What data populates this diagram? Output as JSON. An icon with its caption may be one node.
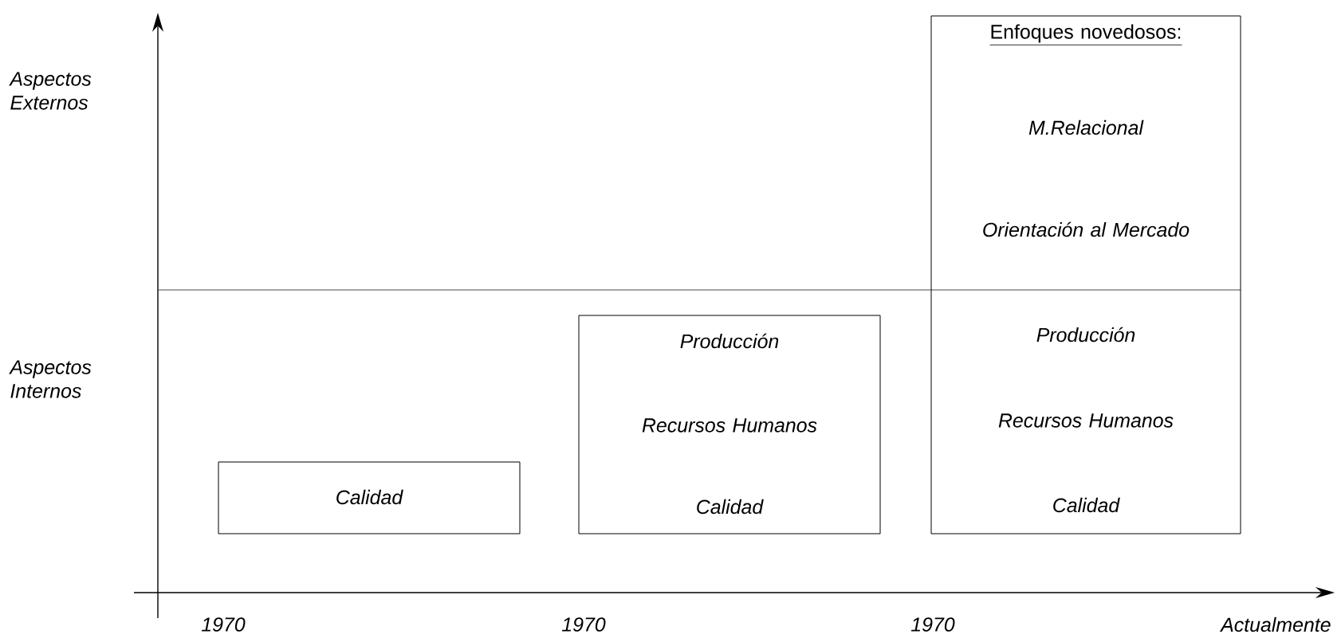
{
  "diagram": {
    "nodes": [
      {
        "text": [
          "Calidad"
        ]
      },
      {
        "text": [
          "Producción",
          "Recursos Humanos",
          "Calidad"
        ]
      },
      {
        "text": [
          "Enfoques novedosos:",
          "M.Relacional",
          "Orientación al Mercado",
          "Producción",
          "Recursos Humanos",
          "Calidad"
        ]
      }
    ],
    "labels": [
      "Aspectos Externos",
      "Aspectos Internos",
      "1970",
      "1970",
      "1970",
      "Actualmente"
    ]
  }
}
